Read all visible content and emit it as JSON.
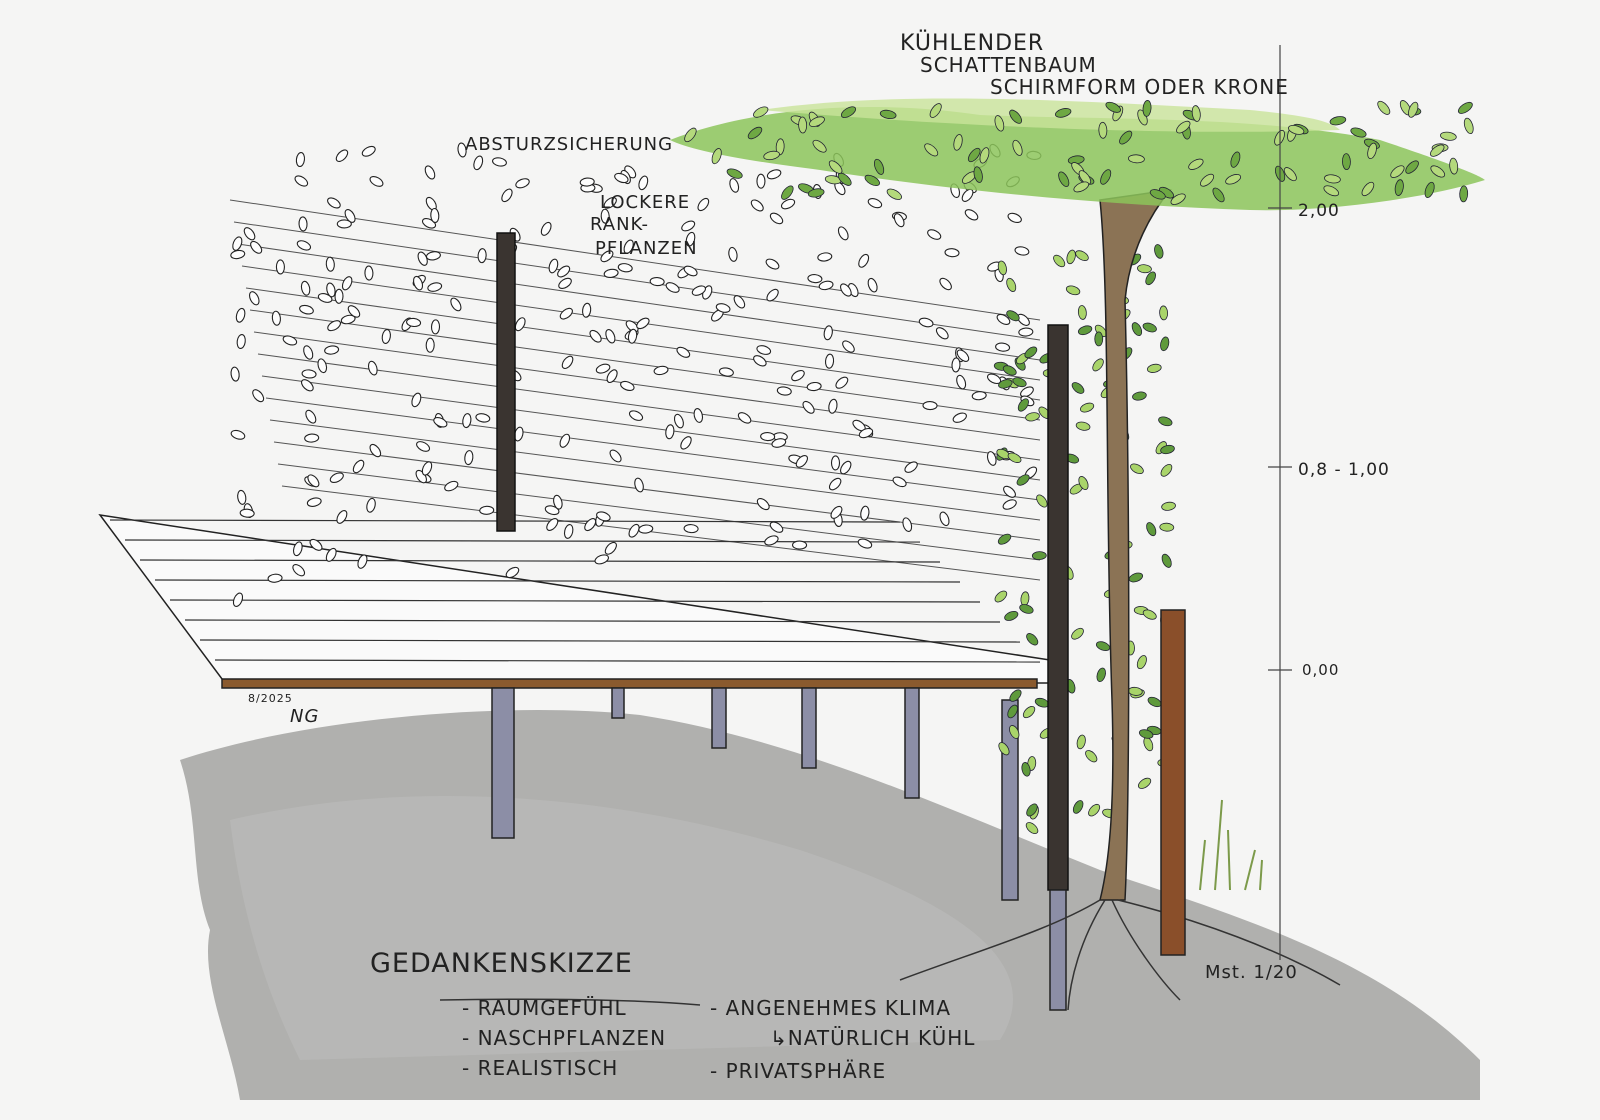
{
  "labels": {
    "tree_line1": "KÜHLENDER",
    "tree_line2": "SCHATTENBAUM",
    "tree_line3": "SCHIRMFORM ODER KRONE",
    "fall_protection": "ABSTURZSICHERUNG",
    "climbers_line1": "LOCKERE",
    "climbers_line2": "RANK-",
    "climbers_line3": "PFLANZEN"
  },
  "scale_marks": [
    "2,00",
    "0,8 - 1,00",
    "0,00"
  ],
  "scale_note": "Mst. 1/20",
  "signature": {
    "date": "8/2025",
    "initials": "NG"
  },
  "notes": {
    "title": "GEDANKENSKIZZE",
    "left": [
      "- RAUMGEFÜHL",
      "- NASCHPFLANZEN",
      "- REALISTISCH"
    ],
    "right": [
      "- ANGENEHMES KLIMA",
      "↳NATÜRLICH KÜHL",
      "- PRIVATSPHÄRE"
    ]
  },
  "colors": {
    "ink": "#222222",
    "ground": "#9e9e9c",
    "wood": "#8a5a2e",
    "leaf_light": "#a9d46a",
    "leaf_dark": "#5f9a3c"
  }
}
